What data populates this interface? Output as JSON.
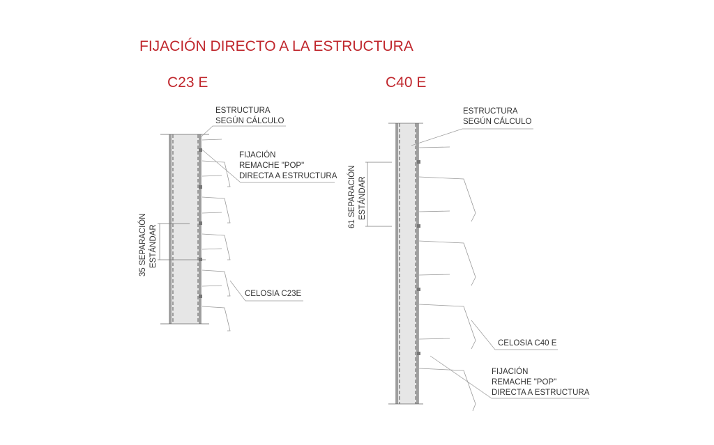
{
  "title": "FIJACIÓN DIRECTO A LA ESTRUCTURA",
  "colors": {
    "accent": "#c0272d",
    "panel_fill": "#e6e6e6",
    "line": "#555555"
  },
  "details": [
    {
      "heading": "C23 E",
      "structure_label": [
        "ESTRUCTURA",
        "SEGÚN CÁLCULO"
      ],
      "fixing_label": [
        "FIJACIÓN",
        "REMACHE \"POP\"",
        "DIRECTA A ESTRUCTURA"
      ],
      "spacing_label": [
        "35 SEPARACIÓN",
        "ESTÁNDAR"
      ],
      "louver_label": "CELOSIA C23E"
    },
    {
      "heading": "C40 E",
      "structure_label": [
        "ESTRUCTURA",
        "SEGÚN CÁLCULO"
      ],
      "fixing_label": [
        "FIJACIÓN",
        "REMACHE \"POP\"",
        "DIRECTA A ESTRUCTURA"
      ],
      "spacing_label": [
        "61 SEPARACIÓN",
        "ESTÁNDAR"
      ],
      "louver_label": "CELOSIA C40 E"
    }
  ]
}
